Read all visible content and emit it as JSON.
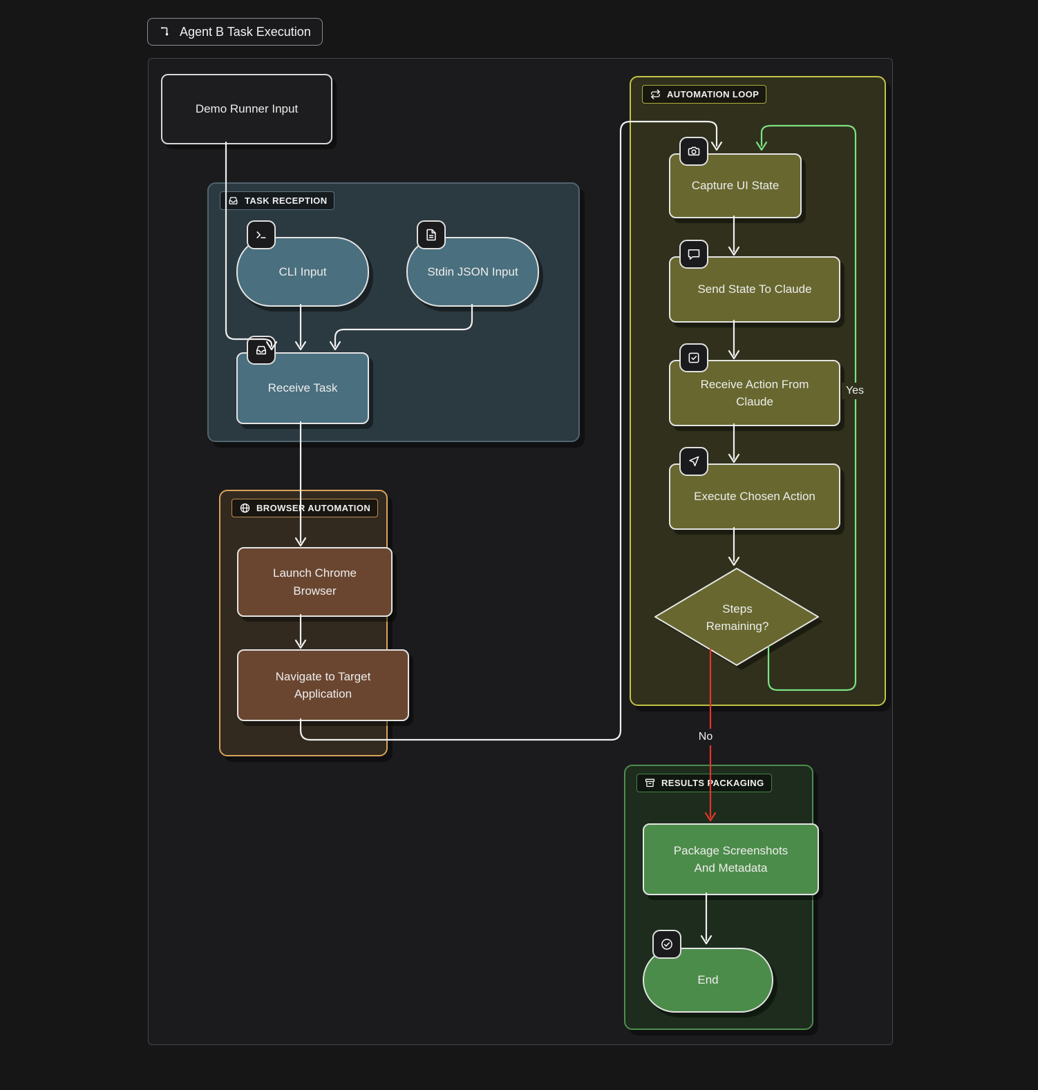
{
  "title": {
    "label": "Agent B Task Execution",
    "icon": "flow-connector-icon"
  },
  "groups": {
    "task_reception": {
      "label": "TASK RECEPTION",
      "icon": "inbox-icon",
      "border_color": "#51656e",
      "fill": "#2b3940"
    },
    "browser_automation": {
      "label": "BROWSER AUTOMATION",
      "icon": "globe-icon",
      "border_color": "#d9a45b",
      "fill": "#322a1f"
    },
    "automation_loop": {
      "label": "AUTOMATION LOOP",
      "icon": "repeat-loop-icon",
      "border_color": "#c4c446",
      "fill": "#30301d"
    },
    "results_packaging": {
      "label": "RESULTS PACKAGING",
      "icon": "archive-box-icon",
      "border_color": "#4e8f4e",
      "fill": "#1d2c1d"
    }
  },
  "nodes": {
    "demo_runner_input": {
      "label": "Demo Runner Input",
      "shape": "rect",
      "fill": "#1d1d1f"
    },
    "cli_input": {
      "label": "CLI Input",
      "shape": "stadium",
      "fill": "#4a6f7e",
      "icon": "terminal-icon"
    },
    "stdin_json_input": {
      "label": "Stdin JSON Input",
      "shape": "stadium",
      "fill": "#4a6f7e",
      "icon": "file-text-icon"
    },
    "receive_task": {
      "label": "Receive Task",
      "shape": "rect",
      "fill": "#4a6f7e",
      "icon": "inbox-icon"
    },
    "launch_chrome_browser": {
      "label": "Launch Chrome Browser",
      "shape": "rect",
      "fill": "#6a4630"
    },
    "navigate_to_target": {
      "label": "Navigate to Target Application",
      "shape": "rect",
      "fill": "#6a4630"
    },
    "capture_ui_state": {
      "label": "Capture UI State",
      "shape": "rect",
      "fill": "#67672f",
      "icon": "camera-icon"
    },
    "send_state_to_claude": {
      "label": "Send State To Claude",
      "shape": "rect",
      "fill": "#67672f",
      "icon": "message-bubble-icon"
    },
    "receive_action_from_claude": {
      "label": "Receive Action From Claude",
      "shape": "rect",
      "fill": "#67672f",
      "icon": "check-square-icon"
    },
    "execute_chosen_action": {
      "label": "Execute Chosen Action",
      "shape": "rect",
      "fill": "#67672f",
      "icon": "cursor-pointer-icon"
    },
    "steps_remaining": {
      "label": "Steps Remaining?",
      "shape": "diamond",
      "fill": "#67672f"
    },
    "package_screenshots": {
      "label": "Package Screenshots And Metadata",
      "shape": "rect",
      "fill": "#4c8c4a"
    },
    "end": {
      "label": "End",
      "shape": "stadium",
      "fill": "#4c8c4a",
      "icon": "check-circle-icon"
    }
  },
  "edges": {
    "yes_label": "Yes",
    "no_label": "No",
    "yes_color": "#7be382",
    "no_color": "#e5352b",
    "default_color": "#f0f0f0"
  }
}
